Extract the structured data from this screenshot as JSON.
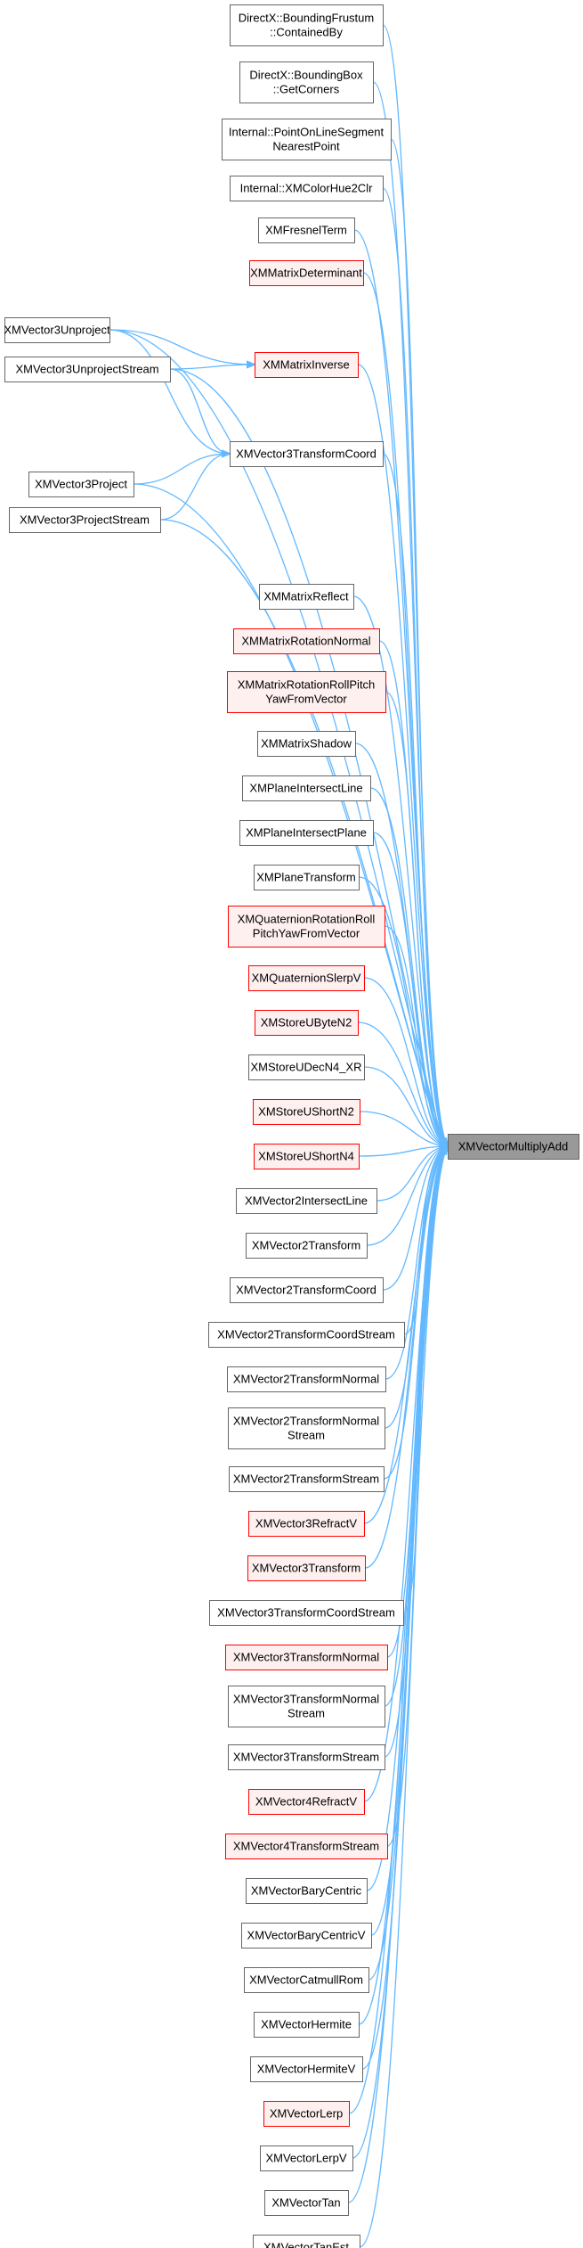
{
  "graph": {
    "colors": {
      "normal_border": "#666666",
      "normal_fill": "#ffffff",
      "red_border": "#ff0000",
      "red_fill": "#fff0f0",
      "target_fill": "#999999",
      "target_border": "#666666",
      "edge": "#63b8ff"
    },
    "target": {
      "id": "target",
      "lines": [
        "XMVectorMultiplyAdd"
      ]
    },
    "nodes": [
      {
        "id": "n1",
        "lines": [
          "DirectX::BoundingFrustum",
          "::ContainedBy"
        ],
        "style": "normal"
      },
      {
        "id": "n2",
        "lines": [
          "DirectX::BoundingBox",
          "::GetCorners"
        ],
        "style": "normal"
      },
      {
        "id": "n3",
        "lines": [
          "Internal::PointOnLineSegment",
          "NearestPoint"
        ],
        "style": "normal"
      },
      {
        "id": "n4",
        "lines": [
          "Internal::XMColorHue2Clr"
        ],
        "style": "normal"
      },
      {
        "id": "n5",
        "lines": [
          "XMFresnelTerm"
        ],
        "style": "normal"
      },
      {
        "id": "n6",
        "lines": [
          "XMMatrixDeterminant"
        ],
        "style": "red"
      },
      {
        "id": "n7",
        "lines": [
          "XMMatrixInverse"
        ],
        "style": "red"
      },
      {
        "id": "n8",
        "lines": [
          "XMVector3Unproject"
        ],
        "style": "normal"
      },
      {
        "id": "n9",
        "lines": [
          "XMVector3UnprojectStream"
        ],
        "style": "normal"
      },
      {
        "id": "n10",
        "lines": [
          "XMVector3TransformCoord"
        ],
        "style": "normal"
      },
      {
        "id": "n11",
        "lines": [
          "XMVector3Project"
        ],
        "style": "normal"
      },
      {
        "id": "n12",
        "lines": [
          "XMVector3ProjectStream"
        ],
        "style": "normal"
      },
      {
        "id": "n13",
        "lines": [
          "XMMatrixReflect"
        ],
        "style": "normal"
      },
      {
        "id": "n14",
        "lines": [
          "XMMatrixRotationNormal"
        ],
        "style": "red"
      },
      {
        "id": "n15",
        "lines": [
          "XMMatrixRotationRollPitch",
          "YawFromVector"
        ],
        "style": "red"
      },
      {
        "id": "n16",
        "lines": [
          "XMMatrixShadow"
        ],
        "style": "normal"
      },
      {
        "id": "n17",
        "lines": [
          "XMPlaneIntersectLine"
        ],
        "style": "normal"
      },
      {
        "id": "n18",
        "lines": [
          "XMPlaneIntersectPlane"
        ],
        "style": "normal"
      },
      {
        "id": "n19",
        "lines": [
          "XMPlaneTransform"
        ],
        "style": "normal"
      },
      {
        "id": "n20",
        "lines": [
          "XMQuaternionRotationRoll",
          "PitchYawFromVector"
        ],
        "style": "red"
      },
      {
        "id": "n21",
        "lines": [
          "XMQuaternionSlerpV"
        ],
        "style": "red"
      },
      {
        "id": "n22",
        "lines": [
          "XMStoreUByteN2"
        ],
        "style": "red"
      },
      {
        "id": "n23",
        "lines": [
          "XMStoreUDecN4_XR"
        ],
        "style": "normal"
      },
      {
        "id": "n24",
        "lines": [
          "XMStoreUShortN2"
        ],
        "style": "red"
      },
      {
        "id": "n25",
        "lines": [
          "XMStoreUShortN4"
        ],
        "style": "red"
      },
      {
        "id": "n26",
        "lines": [
          "XMVector2IntersectLine"
        ],
        "style": "normal"
      },
      {
        "id": "n27",
        "lines": [
          "XMVector2Transform"
        ],
        "style": "normal"
      },
      {
        "id": "n28",
        "lines": [
          "XMVector2TransformCoord"
        ],
        "style": "normal"
      },
      {
        "id": "n29",
        "lines": [
          "XMVector2TransformCoordStream"
        ],
        "style": "normal"
      },
      {
        "id": "n30",
        "lines": [
          "XMVector2TransformNormal"
        ],
        "style": "normal"
      },
      {
        "id": "n31",
        "lines": [
          "XMVector2TransformNormal",
          "Stream"
        ],
        "style": "normal"
      },
      {
        "id": "n32",
        "lines": [
          "XMVector2TransformStream"
        ],
        "style": "normal"
      },
      {
        "id": "n33",
        "lines": [
          "XMVector3RefractV"
        ],
        "style": "red"
      },
      {
        "id": "n34",
        "lines": [
          "XMVector3Transform"
        ],
        "style": "red"
      },
      {
        "id": "n35",
        "lines": [
          "XMVector3TransformCoordStream"
        ],
        "style": "normal"
      },
      {
        "id": "n36",
        "lines": [
          "XMVector3TransformNormal"
        ],
        "style": "red"
      },
      {
        "id": "n37",
        "lines": [
          "XMVector3TransformNormal",
          "Stream"
        ],
        "style": "normal"
      },
      {
        "id": "n38",
        "lines": [
          "XMVector3TransformStream"
        ],
        "style": "normal"
      },
      {
        "id": "n39",
        "lines": [
          "XMVector4RefractV"
        ],
        "style": "red"
      },
      {
        "id": "n40",
        "lines": [
          "XMVector4TransformStream"
        ],
        "style": "red"
      },
      {
        "id": "n41",
        "lines": [
          "XMVectorBaryCentric"
        ],
        "style": "normal"
      },
      {
        "id": "n42",
        "lines": [
          "XMVectorBaryCentricV"
        ],
        "style": "normal"
      },
      {
        "id": "n43",
        "lines": [
          "XMVectorCatmullRom"
        ],
        "style": "normal"
      },
      {
        "id": "n44",
        "lines": [
          "XMVectorHermite"
        ],
        "style": "normal"
      },
      {
        "id": "n45",
        "lines": [
          "XMVectorHermiteV"
        ],
        "style": "normal"
      },
      {
        "id": "n46",
        "lines": [
          "XMVectorLerp"
        ],
        "style": "red"
      },
      {
        "id": "n47",
        "lines": [
          "XMVectorLerpV"
        ],
        "style": "normal"
      },
      {
        "id": "n48",
        "lines": [
          "XMVectorTan"
        ],
        "style": "normal"
      },
      {
        "id": "n49",
        "lines": [
          "XMVectorTanEst"
        ],
        "style": "normal"
      }
    ],
    "edges": [
      [
        "n1",
        "target"
      ],
      [
        "n2",
        "target"
      ],
      [
        "n3",
        "target"
      ],
      [
        "n4",
        "target"
      ],
      [
        "n5",
        "target"
      ],
      [
        "n6",
        "target"
      ],
      [
        "n7",
        "target"
      ],
      [
        "n8",
        "target"
      ],
      [
        "n9",
        "target"
      ],
      [
        "n10",
        "target"
      ],
      [
        "n11",
        "target"
      ],
      [
        "n12",
        "target"
      ],
      [
        "n13",
        "target"
      ],
      [
        "n14",
        "target"
      ],
      [
        "n15",
        "target"
      ],
      [
        "n16",
        "target"
      ],
      [
        "n17",
        "target"
      ],
      [
        "n18",
        "target"
      ],
      [
        "n19",
        "target"
      ],
      [
        "n20",
        "target"
      ],
      [
        "n21",
        "target"
      ],
      [
        "n22",
        "target"
      ],
      [
        "n23",
        "target"
      ],
      [
        "n24",
        "target"
      ],
      [
        "n25",
        "target"
      ],
      [
        "n26",
        "target"
      ],
      [
        "n27",
        "target"
      ],
      [
        "n28",
        "target"
      ],
      [
        "n29",
        "target"
      ],
      [
        "n30",
        "target"
      ],
      [
        "n31",
        "target"
      ],
      [
        "n32",
        "target"
      ],
      [
        "n33",
        "target"
      ],
      [
        "n34",
        "target"
      ],
      [
        "n35",
        "target"
      ],
      [
        "n36",
        "target"
      ],
      [
        "n37",
        "target"
      ],
      [
        "n38",
        "target"
      ],
      [
        "n39",
        "target"
      ],
      [
        "n40",
        "target"
      ],
      [
        "n41",
        "target"
      ],
      [
        "n42",
        "target"
      ],
      [
        "n43",
        "target"
      ],
      [
        "n44",
        "target"
      ],
      [
        "n45",
        "target"
      ],
      [
        "n46",
        "target"
      ],
      [
        "n47",
        "target"
      ],
      [
        "n48",
        "target"
      ],
      [
        "n49",
        "target"
      ],
      [
        "n8",
        "n7"
      ],
      [
        "n9",
        "n7"
      ],
      [
        "n8",
        "n10"
      ],
      [
        "n9",
        "n10"
      ],
      [
        "n11",
        "n10"
      ],
      [
        "n12",
        "n10"
      ]
    ]
  }
}
